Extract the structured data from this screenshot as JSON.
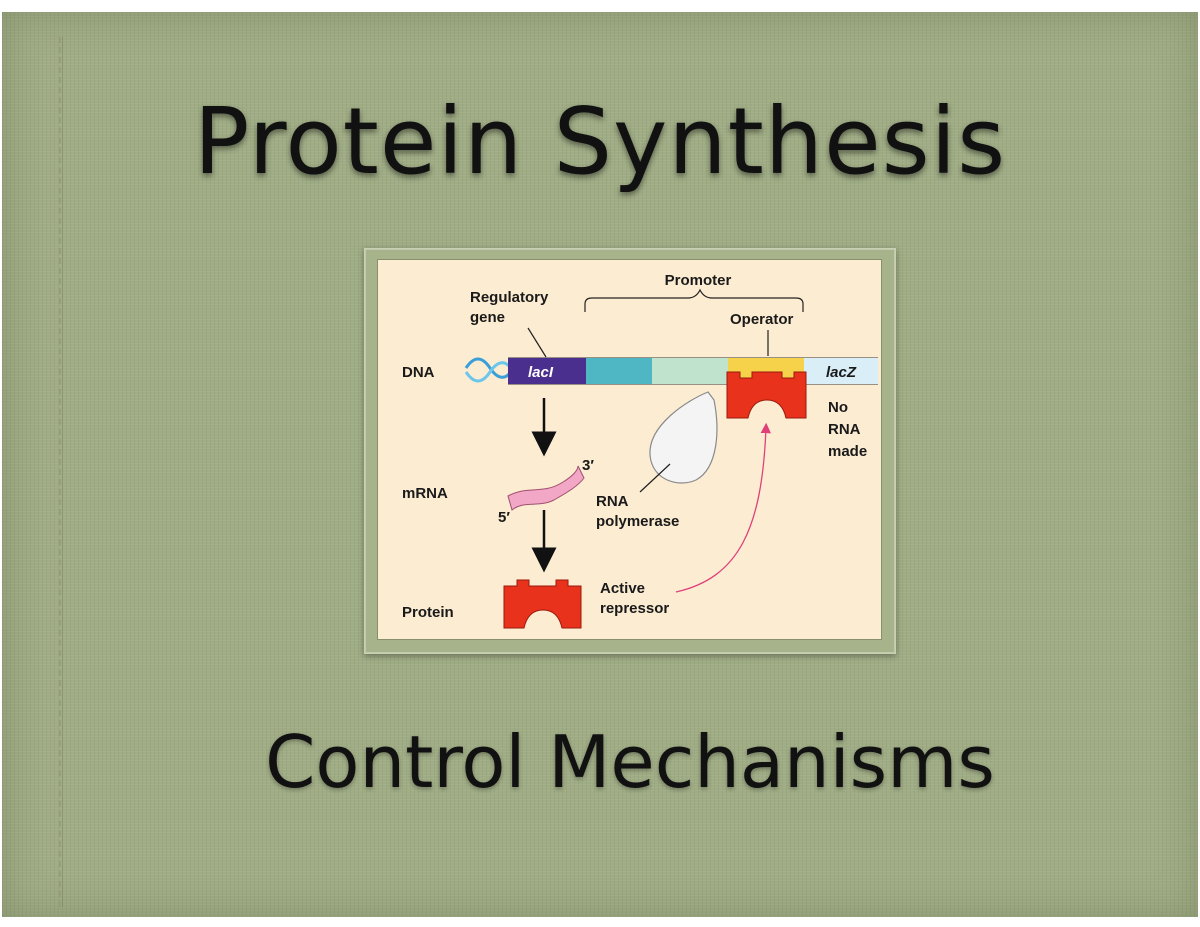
{
  "slide": {
    "title": "Protein Synthesis",
    "subtitle": "Control Mechanisms"
  },
  "diagram": {
    "labels": {
      "promoter": "Promoter",
      "regulatory_gene_line1": "Regulatory",
      "regulatory_gene_line2": "gene",
      "operator": "Operator",
      "dna": "DNA",
      "laci": "lacI",
      "lacz": "lacZ",
      "no_rna_line1": "No",
      "no_rna_line2": "RNA",
      "no_rna_line3": "made",
      "three_prime": "3′",
      "five_prime": "5′",
      "mrna": "mRNA",
      "rna_pol_line1": "RNA",
      "rna_pol_line2": "polymerase",
      "active_line1": "Active",
      "active_line2": "repressor",
      "protein": "Protein"
    },
    "colors": {
      "laci": "#4b2f8f",
      "promoter_dark": "#4fb6c4",
      "promoter_light": "#bfe3cc",
      "operator": "#f5d24a",
      "lacz": "#d9eef7",
      "repressor": "#e8321c",
      "mrna": "#f2a7c6",
      "arrow": "#e0407a",
      "background": "#fcecd2"
    }
  }
}
